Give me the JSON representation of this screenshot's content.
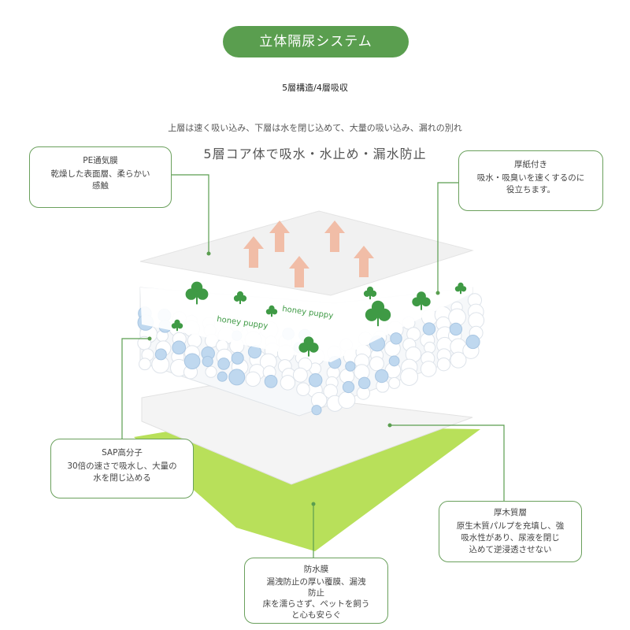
{
  "title": "立体隔尿システム",
  "subtitle": "5層構造/4層吸収",
  "description": "上層は速く吸い込み、下層は水を閉じ込めて、大量の吸い込み、漏れの別れ",
  "headline": "5層コア体で吸水・水止め・漏水防止",
  "brand_text": "honey puppy",
  "colors": {
    "accent": "#5a9e4f",
    "lime": "#b8e05a",
    "arrow": "#f2b8a0",
    "leaf": "#3f9a45"
  },
  "callouts": [
    {
      "id": "pe",
      "title": "PE通気膜",
      "lines": [
        "乾燥した表面層、柔らかい",
        "感触"
      ]
    },
    {
      "id": "paper",
      "title": "厚紙付き",
      "lines": [
        "吸水・吸臭いを速くするのに",
        "役立ちます。"
      ]
    },
    {
      "id": "sap",
      "title": "SAP高分子",
      "lines": [
        "30倍の速さで吸水し、大量の",
        "水を閉じ込める"
      ]
    },
    {
      "id": "pulp",
      "title": "厚木質層",
      "lines": [
        "原生木質パルプを充填し、強",
        "吸水性があり、尿液を閉じ",
        "込めて逆浸透させない"
      ]
    },
    {
      "id": "film",
      "title": "防水膜",
      "lines": [
        "漏洩防止の厚い覆膜、漏洩",
        "防止",
        "床を濡らさず、ペットを飼う",
        "と心も安らぐ"
      ]
    }
  ]
}
